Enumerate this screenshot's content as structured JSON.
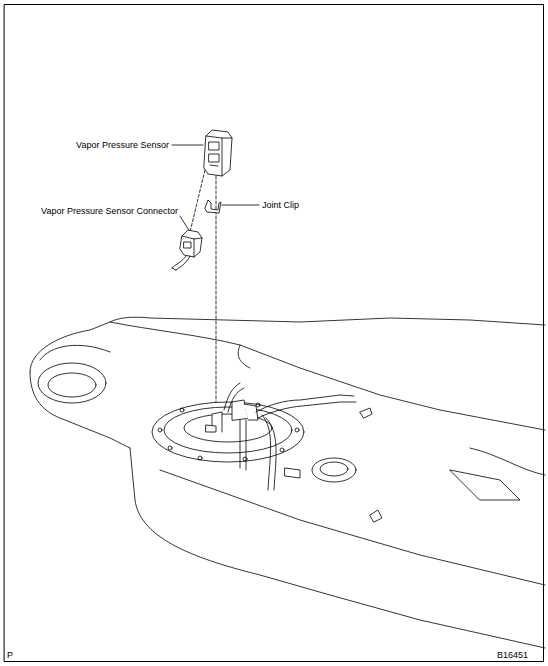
{
  "diagram": {
    "labels": [
      "Vapor Pressure Sensor",
      "Joint Clip",
      "Vapor Pressure Sensor Connector",
      "P",
      "B16451"
    ]
  }
}
